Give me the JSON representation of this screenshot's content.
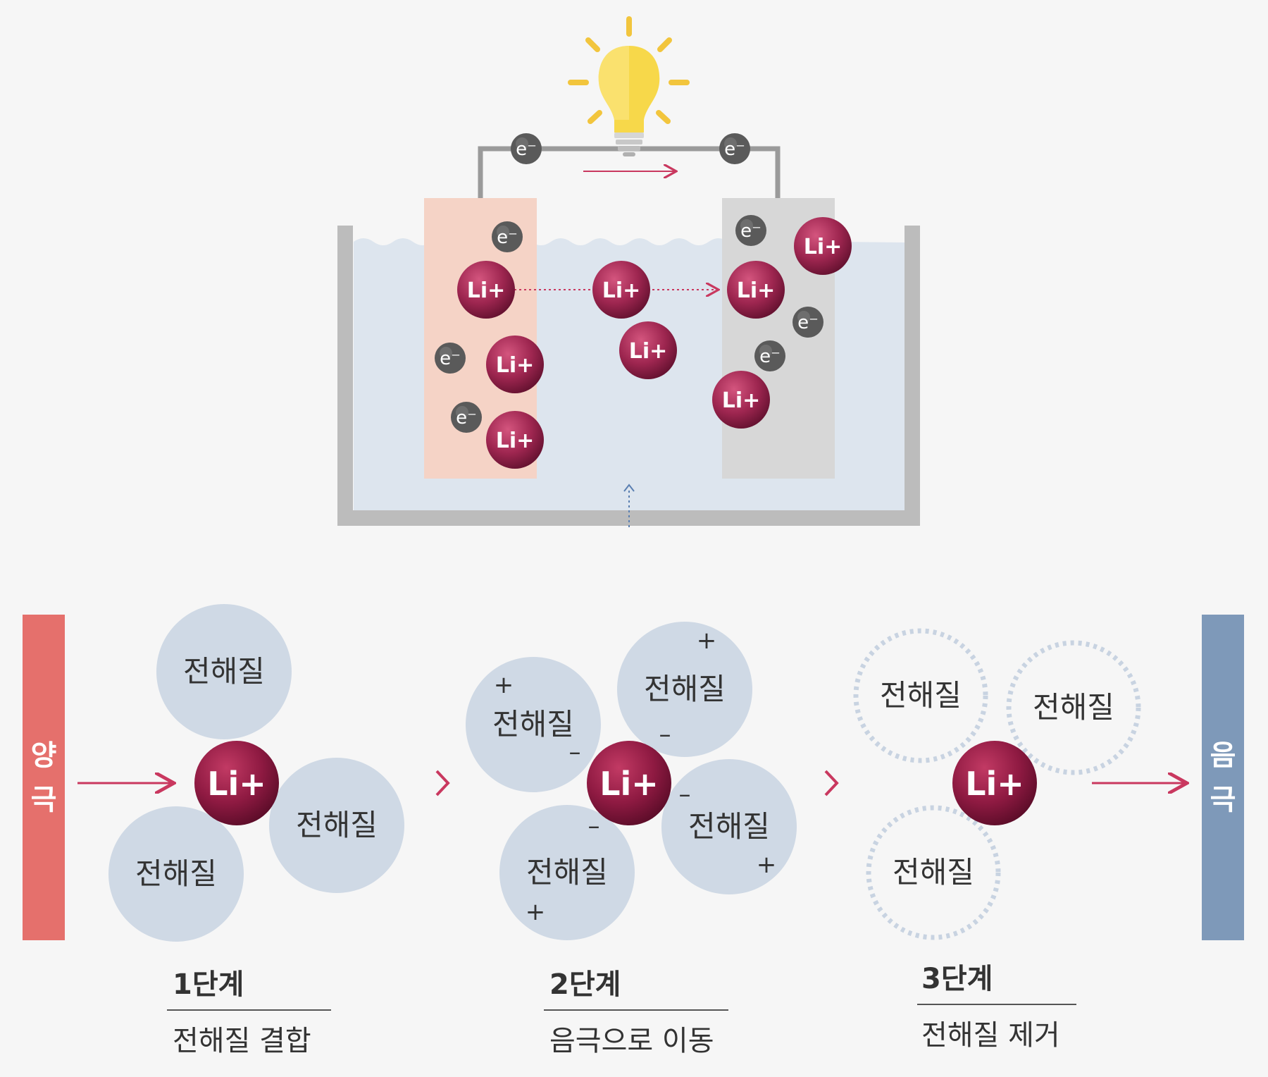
{
  "colors": {
    "background": "#f6f6f6",
    "anode_plate": "#f5d3c6",
    "cathode_plate": "#d7d7d7",
    "electrolyte": "#dde5ee",
    "container": "#bcbcbc",
    "wire": "#9a9a9a",
    "li_ion": "#8f1f45",
    "electron": "#5a5a5a",
    "arrow": "#c9385f",
    "solvent": "#cfd9e5",
    "anode_bar": "#e5706c",
    "cathode_bar": "#7e99b9"
  },
  "icons": {
    "light_bulb": "light-bulb-icon"
  },
  "battery": {
    "electron_label": "e⁻",
    "ion_label": "Li+"
  },
  "solvation": {
    "ion_label": "Li+",
    "electrolyte_label": "전해질",
    "plus": "+",
    "minus": "–",
    "anode_label": [
      "양",
      "극"
    ],
    "cathode_label": [
      "음",
      "극"
    ]
  },
  "steps": [
    {
      "number": "1단계",
      "description": "전해질 결합"
    },
    {
      "number": "2단계",
      "description": "음극으로 이동"
    },
    {
      "number": "3단계",
      "description": "전해질 제거"
    }
  ]
}
